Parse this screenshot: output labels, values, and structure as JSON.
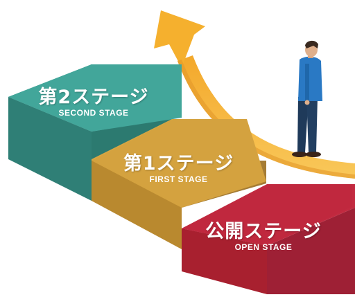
{
  "steps": [
    {
      "title": "第2ステージ",
      "subtitle": "SECOND STAGE"
    },
    {
      "title": "第1ステージ",
      "subtitle": "FIRST STAGE"
    },
    {
      "title": "公開ステージ",
      "subtitle": "OPEN STAGE"
    }
  ],
  "colors": {
    "second_top": "#3e9f93",
    "second_left": "#2f7f76",
    "second_front": "#2c7a70",
    "first_top": "#d4a23f",
    "first_left": "#b9892f",
    "first_front": "#a57c34",
    "open_top": "#c0283e",
    "open_left": "#a8202f",
    "open_front": "#9e2035",
    "arrow": "#f6b531"
  }
}
